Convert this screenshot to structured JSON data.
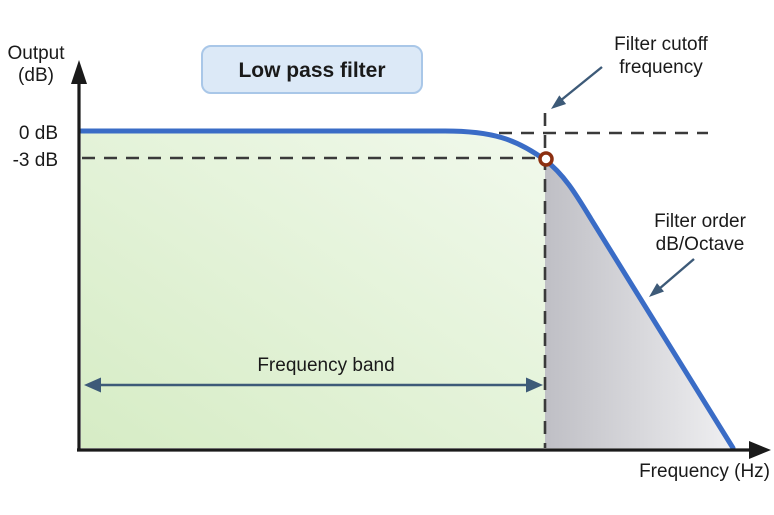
{
  "title": {
    "label": "Low pass filter"
  },
  "axes": {
    "y_label_line1": "Output",
    "y_label_line2": "(dB)",
    "x_label": "Frequency (Hz)",
    "tick_0db": "0 dB",
    "tick_minus_3db": "-3 dB"
  },
  "annotations": {
    "cutoff_line1": "Filter cutoff",
    "cutoff_line2": "frequency",
    "order_line1": "Filter order",
    "order_line2": "dB/Octave",
    "band_label": "Frequency band"
  },
  "colors": {
    "curve": "#3a6cc6",
    "passband_fill_dark": "#d6ecc5",
    "passband_fill_light": "#f1f9ec",
    "stopband_fill_dark": "#bfbfc5",
    "stopband_fill_light": "#efeff1",
    "dashed_line": "#3a3a3a",
    "axis": "#1a1a1a",
    "annotation_arrow": "#3d5a78",
    "marker_stroke": "#8c2f10",
    "marker_fill": "#ffffff",
    "title_box_fill": "#dce9f7",
    "title_box_border": "#a9c7e8",
    "text": "#1a1a1a"
  }
}
